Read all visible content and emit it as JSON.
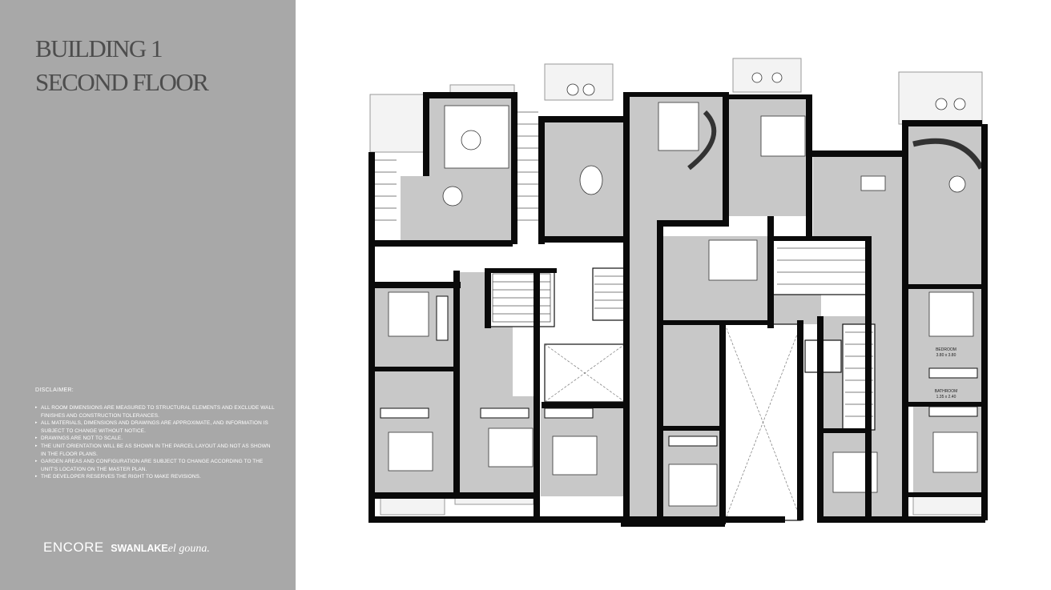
{
  "title": {
    "line1": "BUILDING 1",
    "line2": "SECOND FLOOR"
  },
  "disclaimer": {
    "heading": "DISCLAIMER:",
    "items": [
      "ALL ROOM DIMENSIONS ARE MEASURED TO STRUCTURAL ELEMENTS AND EXCLUDE WALL FINISHES AND CONSTRUCTION TOLERANCES.",
      "ALL MATERIALS, DIMENSIONS AND DRAWINGS ARE APPROXIMATE, AND INFORMATION IS SUBJECT TO CHANGE WITHOUT NOTICE.",
      "DRAWINGS ARE NOT TO SCALE.",
      "THE UNIT ORIENTATION WILL BE AS SHOWN IN THE PARCEL LAYOUT AND NOT AS SHOWN IN THE FLOOR PLANS.",
      "GARDEN AREAS AND CONFIGURATION ARE SUBJECT TO CHANGE ACCORDING TO THE UNIT’S LOCATION ON THE MASTER PLAN.",
      "THE DEVELOPER RESERVES THE RIGHT TO MAKE REVISIONS."
    ]
  },
  "brand": {
    "encore": "ENCORE",
    "swanlake": "SWANLAKE",
    "gouna": "el gouna."
  },
  "plan": {
    "labels": {
      "bedroom": "BEDROOM",
      "bedroom_dim": "3.80 x 3.80",
      "bathroom": "BATHROOM",
      "bathroom_dim": "1.35 x 2.40"
    }
  },
  "colors": {
    "sidebar": "#a8a8a8",
    "title": "#4d4d4d",
    "wall": "#0a0a0a",
    "room_fill": "#c8c8c8",
    "service_fill": "#ffffff"
  }
}
